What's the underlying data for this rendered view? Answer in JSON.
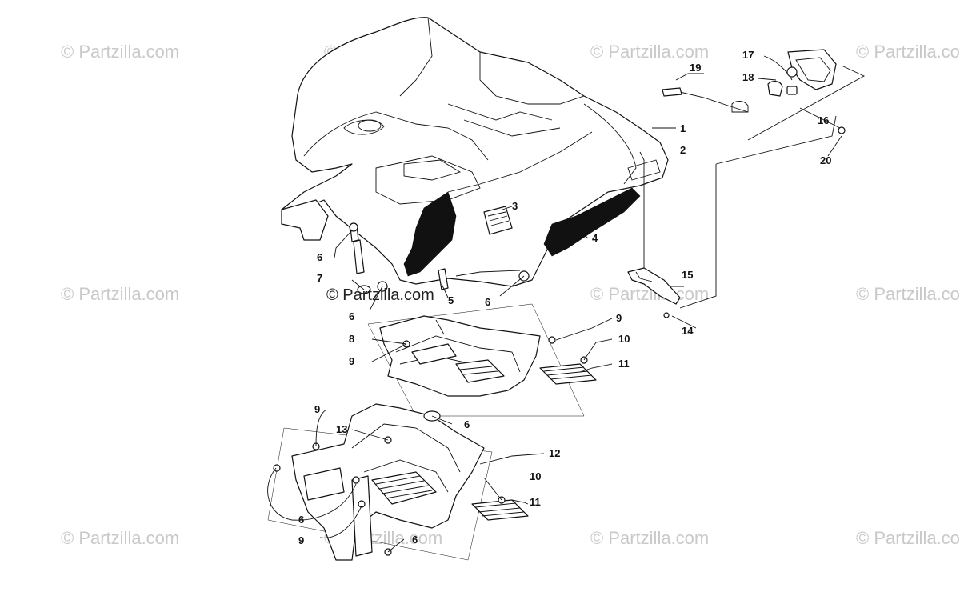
{
  "watermarks": {
    "text": "© Partzilla.com",
    "center_text": "© Partzilla.com",
    "color": "#c9c9c9"
  },
  "callouts": [
    "1",
    "2",
    "3",
    "4",
    "5",
    "6",
    "7",
    "8",
    "9",
    "10",
    "11",
    "12",
    "13",
    "14",
    "15",
    "16",
    "17",
    "18",
    "19",
    "20"
  ],
  "labels": {
    "l1": "1",
    "l2": "2",
    "l3": "3",
    "l4": "4",
    "l5": "5",
    "l6a": "6",
    "l6b": "6",
    "l6c": "6",
    "l6d": "6",
    "l6e": "6",
    "l6f": "6",
    "l7": "7",
    "l8": "8",
    "l9a": "9",
    "l9b": "9",
    "l9c": "9",
    "l9d": "9",
    "l10a": "10",
    "l10b": "10",
    "l11a": "11",
    "l11b": "11",
    "l12": "12",
    "l13": "13",
    "l14": "14",
    "l15": "15",
    "l16": "16",
    "l17": "17",
    "l18": "18",
    "l19": "19",
    "l20": "20"
  },
  "colors": {
    "line": "#111111",
    "background": "#ffffff",
    "watermark": "#c9c9c9"
  }
}
